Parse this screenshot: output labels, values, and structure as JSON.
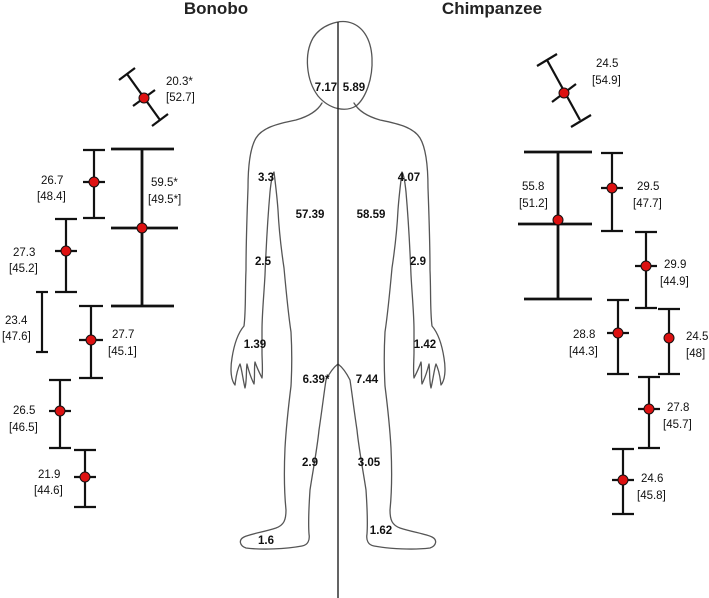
{
  "titles": {
    "left": "Bonobo",
    "right": "Chimpanzee"
  },
  "colors": {
    "marker": "#dd1111",
    "bar": "#111111",
    "outline": "#555555",
    "divider": "#222222"
  },
  "body_values": {
    "head_left": "7.17",
    "head_right": "5.89",
    "upper_arm_left": "3.3",
    "upper_arm_right": "4.07",
    "trunk_left": "57.39",
    "trunk_right": "58.59",
    "forearm_left": "2.5",
    "forearm_right": "2.9",
    "hand_left": "1.39",
    "hand_right": "1.42",
    "thigh_left": "6.39*",
    "thigh_right": "7.44",
    "shank_left": "2.9",
    "shank_right": "3.05",
    "foot_left": "1.6",
    "foot_right": "1.62"
  },
  "bonobo_markers": [
    {
      "segment": "head",
      "value": "20.3*",
      "bracket": "[52.7]"
    },
    {
      "segment": "upper-arm",
      "value": "26.7",
      "bracket": "[48.4]"
    },
    {
      "segment": "trunk",
      "value": "59.5*",
      "bracket": "[49.5*]"
    },
    {
      "segment": "forearm",
      "value": "27.3",
      "bracket": "[45.2]"
    },
    {
      "segment": "hand",
      "value": "23.4",
      "bracket": "[47.6]"
    },
    {
      "segment": "thigh",
      "value": "27.7",
      "bracket": "[45.1]"
    },
    {
      "segment": "shank",
      "value": "26.5",
      "bracket": "[46.5]"
    },
    {
      "segment": "foot",
      "value": "21.9",
      "bracket": "[44.6]"
    }
  ],
  "chimp_markers": [
    {
      "segment": "head",
      "value": "24.5",
      "bracket": "[54.9]"
    },
    {
      "segment": "trunk",
      "value": "55.8",
      "bracket": "[51.2]"
    },
    {
      "segment": "upper-arm",
      "value": "29.5",
      "bracket": "[47.7]"
    },
    {
      "segment": "forearm",
      "value": "29.9",
      "bracket": "[44.9]"
    },
    {
      "segment": "hand",
      "value": "28.8",
      "bracket": "[44.3]"
    },
    {
      "segment": "thigh",
      "value": "24.5",
      "bracket": "[48]"
    },
    {
      "segment": "shank",
      "value": "27.8",
      "bracket": "[45.7]"
    },
    {
      "segment": "foot",
      "value": "24.6",
      "bracket": "[45.8]"
    }
  ]
}
